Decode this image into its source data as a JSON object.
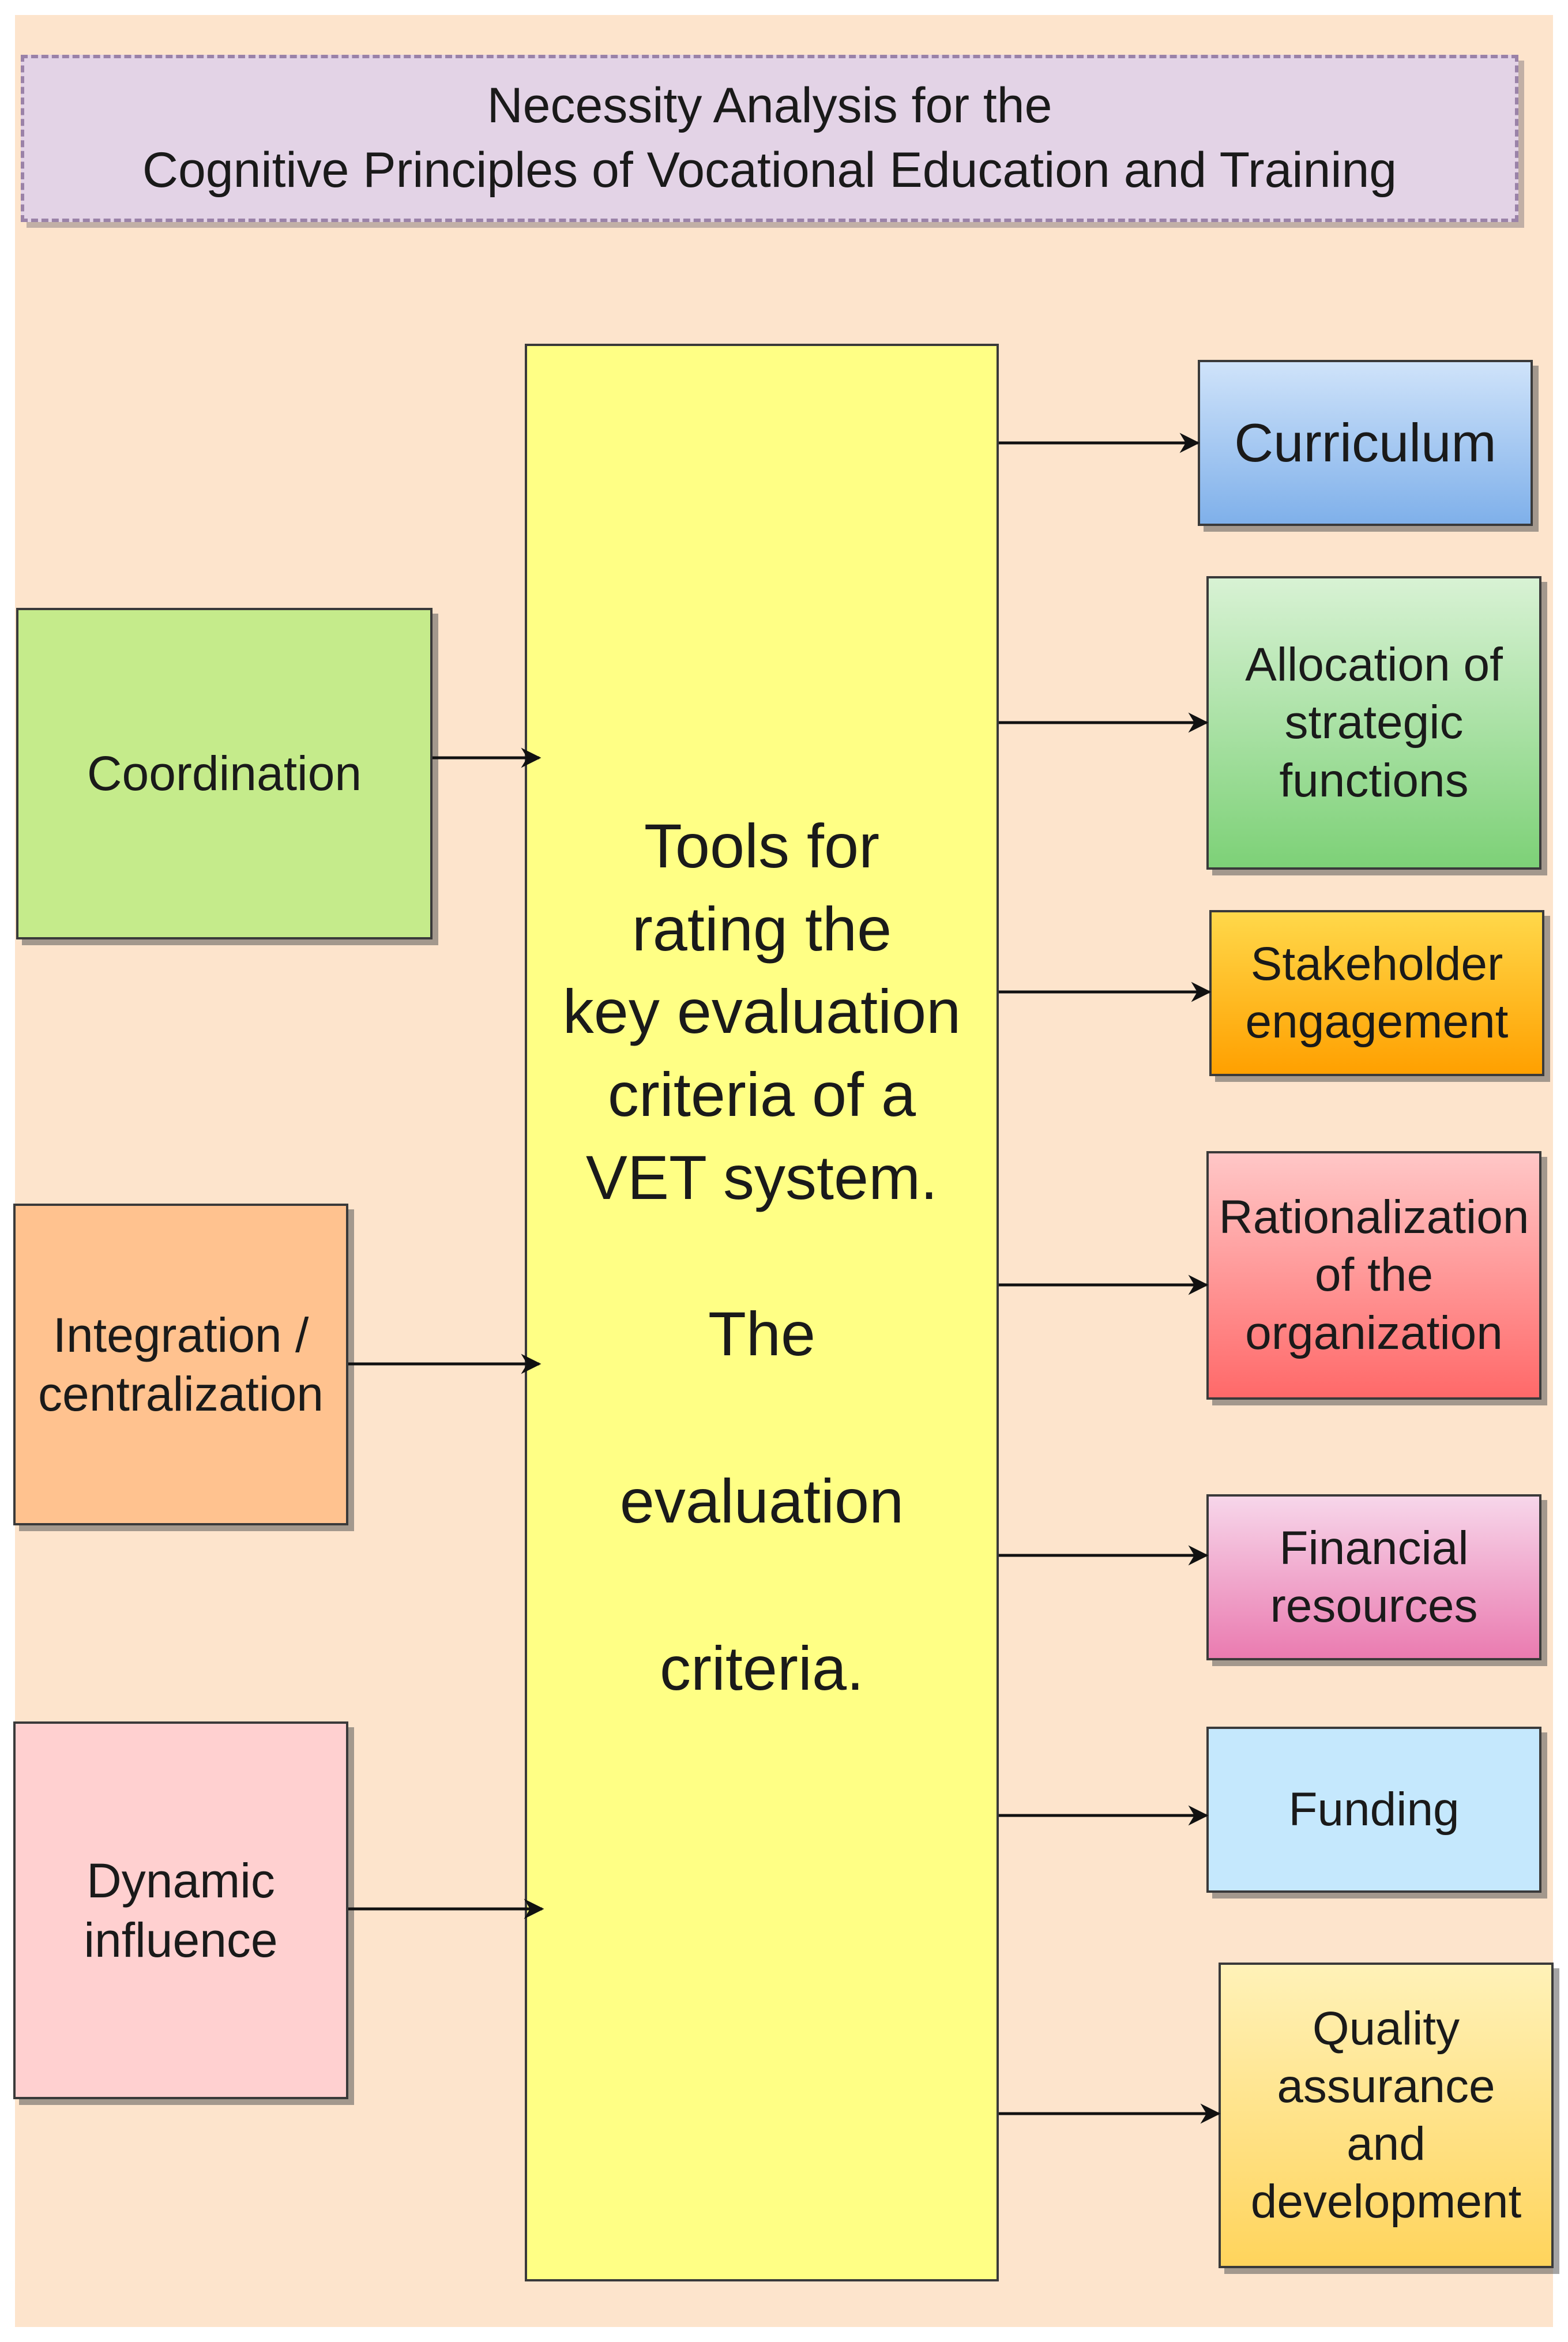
{
  "title": {
    "line1": "Necessity Analysis for the",
    "line2": "Cognitive Principles of Vocational Education and Training"
  },
  "center": {
    "main_text": "Tools for\nrating the\nkey evaluation\ncriteria of a\nVET system.",
    "sub_lines": [
      "The",
      "evaluation",
      "criteria."
    ]
  },
  "inputs": [
    {
      "label": "Coordination",
      "color": "#c5eb8b"
    },
    {
      "label": "Integration /\ncentralization",
      "color": "#ffc28f"
    },
    {
      "label": "Dynamic\ninfluence",
      "color": "#ffd0d0"
    }
  ],
  "outputs": [
    {
      "label": "Curriculum",
      "colors": [
        "#cfe3fa",
        "#7fb0ea"
      ]
    },
    {
      "label": "Allocation of\nstrategic\nfunctions",
      "colors": [
        "#d8f2d4",
        "#7dd177"
      ]
    },
    {
      "label": "Stakeholder\nengagement",
      "colors": [
        "#ffd84a",
        "#ffa000"
      ]
    },
    {
      "label": "Rationalization\nof the\norganization",
      "colors": [
        "#ffc7c7",
        "#ff6969"
      ]
    },
    {
      "label": "Financial\nresources",
      "colors": [
        "#f7d6ea",
        "#ea7bb0"
      ]
    },
    {
      "label": "Funding",
      "colors": [
        "#c5e8fd",
        "#c5e8fd"
      ]
    },
    {
      "label": "Quality\nassurance\nand\ndevelopment",
      "colors": [
        "#fff2b8",
        "#ffd45c"
      ]
    }
  ]
}
